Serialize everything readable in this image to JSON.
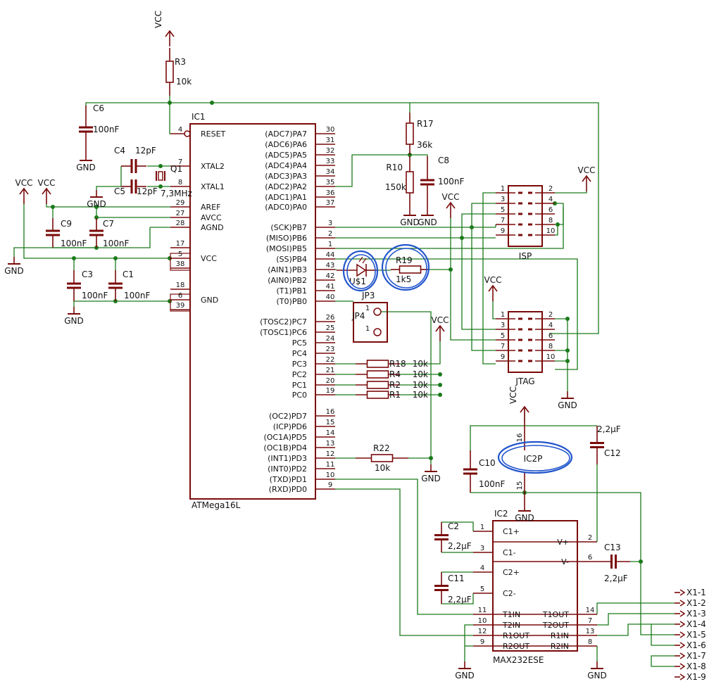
{
  "colors": {
    "wire": "#1a7a1a",
    "component": "#7a0a0a",
    "junction": "#1a7a1a",
    "text": "#111111",
    "annotation": "#2255cc",
    "background": "#ffffff"
  },
  "ic1": {
    "name": "IC1",
    "value": "ATMega16L",
    "left_pins": [
      {
        "num": "4",
        "name": "RESET"
      },
      {
        "num": "7",
        "name": "XTAL2"
      },
      {
        "num": "8",
        "name": "XTAL1"
      },
      {
        "num": "29",
        "name": "AREF"
      },
      {
        "num": "27",
        "name": "AVCC"
      },
      {
        "num": "28",
        "name": "AGND"
      },
      {
        "num": "17",
        "name": ""
      },
      {
        "num": "5",
        "name": "VCC"
      },
      {
        "num": "38",
        "name": ""
      },
      {
        "num": "18",
        "name": ""
      },
      {
        "num": "6",
        "name": "GND"
      },
      {
        "num": "39",
        "name": ""
      }
    ],
    "right_pins": [
      {
        "num": "30",
        "name": "(ADC7)PA7"
      },
      {
        "num": "31",
        "name": "(ADC6)PA6"
      },
      {
        "num": "32",
        "name": "(ADC5)PA5"
      },
      {
        "num": "33",
        "name": "(ADC4)PA4"
      },
      {
        "num": "34",
        "name": "(ADC3)PA3"
      },
      {
        "num": "35",
        "name": "(ADC2)PA2"
      },
      {
        "num": "36",
        "name": "(ADC1)PA1"
      },
      {
        "num": "37",
        "name": "(ADC0)PA0"
      },
      {
        "num": "3",
        "name": "(SCK)PB7"
      },
      {
        "num": "2",
        "name": "(MISO)PB6"
      },
      {
        "num": "1",
        "name": "(MOSI)PB5"
      },
      {
        "num": "44",
        "name": "(SS)PB4"
      },
      {
        "num": "43",
        "name": "(AIN1)PB3"
      },
      {
        "num": "42",
        "name": "(AIN0)PB2"
      },
      {
        "num": "41",
        "name": "(T1)PB1"
      },
      {
        "num": "40",
        "name": "(T0)PB0"
      },
      {
        "num": "26",
        "name": "(TOSC2)PC7"
      },
      {
        "num": "25",
        "name": "(TOSC1)PC6"
      },
      {
        "num": "24",
        "name": "PC5"
      },
      {
        "num": "23",
        "name": "PC4"
      },
      {
        "num": "22",
        "name": "PC3"
      },
      {
        "num": "21",
        "name": "PC2"
      },
      {
        "num": "20",
        "name": "PC1"
      },
      {
        "num": "19",
        "name": "PC0"
      },
      {
        "num": "16",
        "name": "(OC2)PD7"
      },
      {
        "num": "15",
        "name": "(ICP)PD6"
      },
      {
        "num": "14",
        "name": "(OC1A)PD5"
      },
      {
        "num": "13",
        "name": "(OC1B)PD4"
      },
      {
        "num": "12",
        "name": "(INT1)PD3"
      },
      {
        "num": "11",
        "name": "(INT0)PD2"
      },
      {
        "num": "10",
        "name": "(TXD)PD1"
      },
      {
        "num": "9",
        "name": "(RXD)PD0"
      }
    ]
  },
  "ic2": {
    "name": "IC2",
    "value": "MAX232ESE",
    "left_pins": [
      {
        "num": "1",
        "name": "C1+"
      },
      {
        "num": "3",
        "name": "C1-"
      },
      {
        "num": "4",
        "name": "C2+"
      },
      {
        "num": "5",
        "name": "C2-"
      },
      {
        "num": "11",
        "name": "T1IN"
      },
      {
        "num": "10",
        "name": "T2IN"
      },
      {
        "num": "12",
        "name": "R1OUT"
      },
      {
        "num": "9",
        "name": "R2OUT"
      }
    ],
    "right_pins": [
      {
        "num": "2",
        "name": "V+"
      },
      {
        "num": "6",
        "name": "V-"
      },
      {
        "num": "14",
        "name": "T1OUT"
      },
      {
        "num": "7",
        "name": "T2OUT"
      },
      {
        "num": "13",
        "name": "R1IN"
      },
      {
        "num": "8",
        "name": "R2IN"
      }
    ],
    "power_pins": [
      "16",
      "15"
    ],
    "power_label": "IC2P"
  },
  "resistors": [
    {
      "ref": "R3",
      "value": "10k"
    },
    {
      "ref": "R17",
      "value": "36k"
    },
    {
      "ref": "R10",
      "value": "150k"
    },
    {
      "ref": "R19",
      "value": "1k5"
    },
    {
      "ref": "R18",
      "value": "10k"
    },
    {
      "ref": "R4",
      "value": "10k"
    },
    {
      "ref": "R2",
      "value": "10k"
    },
    {
      "ref": "R1",
      "value": "10k"
    },
    {
      "ref": "R22",
      "value": "10k"
    }
  ],
  "capacitors": [
    {
      "ref": "C6",
      "value": "100nF"
    },
    {
      "ref": "C4",
      "value": "12pF"
    },
    {
      "ref": "C5",
      "value": "12pF"
    },
    {
      "ref": "C9",
      "value": "100nF"
    },
    {
      "ref": "C7",
      "value": "100nF"
    },
    {
      "ref": "C3",
      "value": "100nF"
    },
    {
      "ref": "C1",
      "value": "100nF"
    },
    {
      "ref": "C8",
      "value": "100nF"
    },
    {
      "ref": "C10",
      "value": "100nF"
    },
    {
      "ref": "C12",
      "value": "2,2µF"
    },
    {
      "ref": "C2",
      "value": "2,2µF"
    },
    {
      "ref": "C11",
      "value": "2,2µF"
    },
    {
      "ref": "C13",
      "value": "2,2µF"
    }
  ],
  "crystal": {
    "ref": "Q1",
    "value": "7,3MHz"
  },
  "led": {
    "ref": "U$1"
  },
  "jumpers": {
    "jp3": "JP3",
    "jp4": "JP4",
    "pin1": "1"
  },
  "isp": {
    "name": "ISP",
    "pins_left": [
      "1",
      "3",
      "5",
      "7",
      "9"
    ],
    "pins_right": [
      "2",
      "4",
      "6",
      "8",
      "10"
    ]
  },
  "jtag": {
    "name": "JTAG",
    "pins_left": [
      "1",
      "3",
      "5",
      "7",
      "9"
    ],
    "pins_right": [
      "2",
      "4",
      "6",
      "8",
      "10"
    ]
  },
  "nets": {
    "vcc": "VCC",
    "gnd": "GND"
  },
  "terminals": [
    "X1-1",
    "X1-2",
    "X1-3",
    "X1-4",
    "X1-5",
    "X1-6",
    "X1-7",
    "X1-8",
    "X1-9"
  ]
}
